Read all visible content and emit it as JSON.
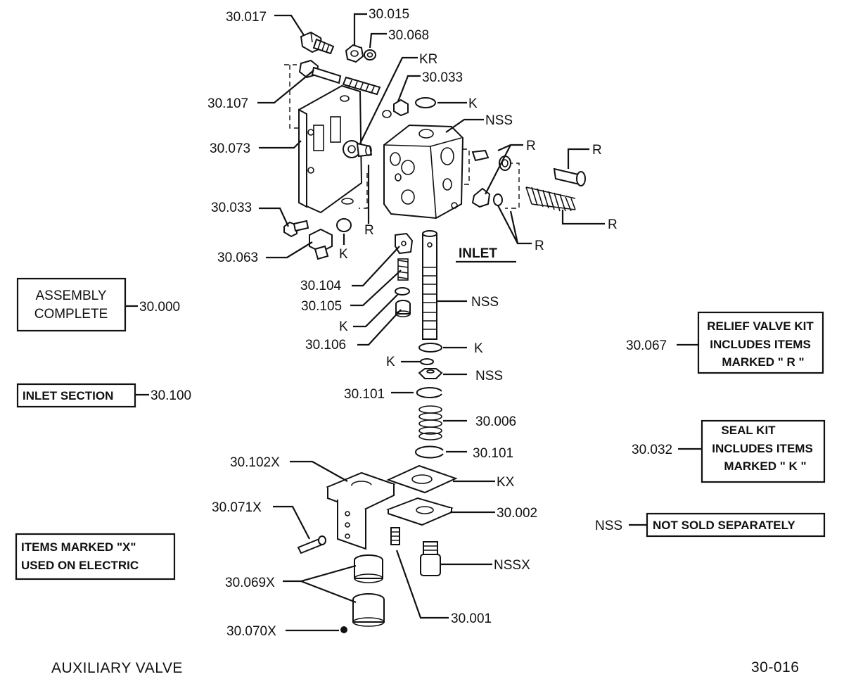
{
  "labels": {
    "p30017": "30.017",
    "p30015": "30.015",
    "p30068": "30.068",
    "kr": "KR",
    "p30033_top": "30.033",
    "k_top": "K",
    "nss_body": "NSS",
    "p30107": "30.107",
    "p30073": "30.073",
    "r1": "R",
    "r2": "R",
    "r3": "R",
    "r4": "R",
    "r5": "R",
    "p30033_left": "30.033",
    "p30063": "30.063",
    "k_left": "K",
    "inlet": "INLET",
    "p30104": "30.104",
    "p30105": "30.105",
    "k_mid1": "K",
    "p30106": "30.106",
    "nss_spool": "NSS",
    "k_mid2": "K",
    "k_mid3": "K",
    "nss_nut": "NSS",
    "p30101_a": "30.101",
    "p30006": "30.006",
    "p30101_b": "30.101",
    "p30102x": "30.102X",
    "kx": "KX",
    "p30071x": "30.071X",
    "p30002": "30.002",
    "nssx": "NSSX",
    "p30069x": "30.069X",
    "p30001": "30.001",
    "p30070x": "30.070X"
  },
  "boxes": {
    "assembly_line1": "ASSEMBLY",
    "assembly_line2": "COMPLETE",
    "assembly_num": "30.000",
    "inlet_section": "INLET  SECTION",
    "inlet_num": "30.100",
    "relief_line1": "RELIEF VALVE KIT",
    "relief_line2": "INCLUDES  ITEMS",
    "relief_line3": "MARKED  \" R \"",
    "relief_num": "30.067",
    "seal_line1": "SEAL KIT",
    "seal_line2": "INCLUDES  ITEMS",
    "seal_line3": "MARKED  \" K \"",
    "seal_num": "30.032",
    "nss_key": "NSS",
    "nss_text": "NOT  SOLD  SEPARATELY",
    "x_line1": "ITEMS  MARKED \"X\"",
    "x_line2": "USED ON ELECTRIC"
  },
  "footer": {
    "title": "AUXILIARY   VALVE",
    "page": "30-016"
  }
}
